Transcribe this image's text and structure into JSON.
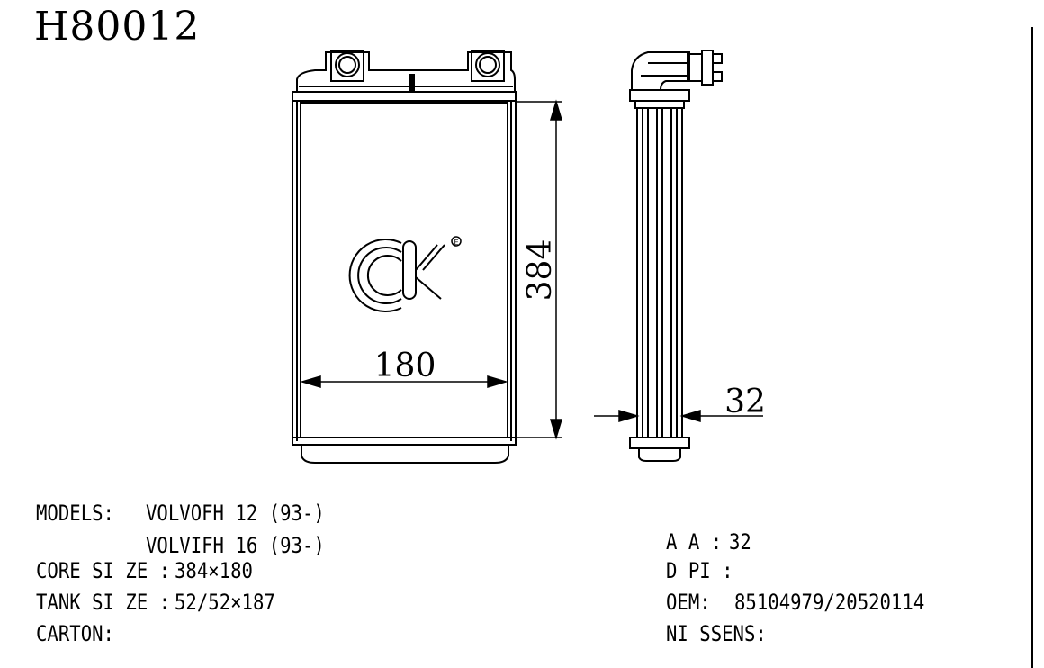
{
  "part_number": "H80012",
  "icons": {
    "brand_logo": "ck-logo",
    "registered_mark": "E"
  },
  "dimensions": {
    "height": "384",
    "width": "180",
    "thickness": "32"
  },
  "specs": {
    "models_label": "MODELS:",
    "models": [
      "VOLVOFH 12 (93-)",
      "VOLVIFH 16 (93-)"
    ],
    "core_size_label": "CORE SI ZE :",
    "core_size_value": "384×180",
    "tank_size_label": "TANK SI ZE :",
    "tank_size_value": "52/52×187",
    "carton_label": "CARTON:",
    "aa_label": "A A :",
    "aa_value": "32",
    "dpi_label": "D PI :",
    "oem_label": "OEM:",
    "oem_value": "85104979/20520114",
    "nissens_label": "NI SSENS:"
  }
}
